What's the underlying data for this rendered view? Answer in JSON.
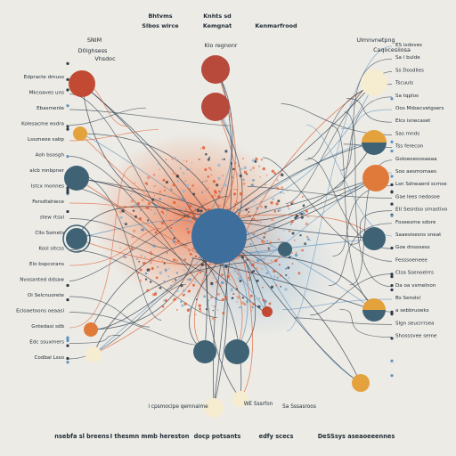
{
  "diagram": {
    "header_labels": [
      "Bhtvms",
      "Knhts sd",
      "Slbos wirce",
      "Kemgnat",
      "Kenmarfrood",
      "SNIM",
      "D0lghsess",
      "Klo regnonr",
      "Ulmnvnetpng",
      "Vhsdoc",
      "Caqocesiiosa"
    ],
    "left_labels": [
      "Edpracte dmuss",
      "Mkcoaves uns",
      "Ebasmenle",
      "Kolesacme eodra",
      "Lsszneoe sabp",
      "Aoh bsosgh",
      "alcb mnbpner",
      "Istcx monnes",
      "Fersdtahiece",
      "stew rtsal",
      "Cllo Ssmets",
      "Kosl sitcss",
      "Elo bspcorans",
      "Nvosanted ddsaw",
      "Oi Selcnuorete",
      "Ecloaetoons oeaasi",
      "Gntedasi sdb",
      "Edc ssuxmers",
      "Codbal Lsso"
    ],
    "right_labels": [
      "ES isdoves",
      "Sa l bulde",
      "Ss Dosdlies",
      "Tscuuls",
      "Sa tqplos",
      "Oos Mdsecvetgsers",
      "Elcs isnecaset",
      "Sas mnds",
      "Tss ferecon",
      "Goloeoeoosaeaa",
      "Soo aesmomaes",
      "Lsn Sdneaerd scmse",
      "Gae lees nedosoe",
      "Eti Sesrdso srnastivo",
      "Foseesme sdore",
      "Saaesisesns sneat",
      "Goe dnsosess",
      "Fesssoeneee",
      "Clsa Ssenoelrrs",
      "Da oa vsmelnon",
      "Bs Senslsl",
      "a sebbruoeks",
      "Slgn seucrrrsea",
      "Shosssvee seme"
    ],
    "bottom_mid_labels": [
      "l cpsmocipe qemnalme",
      "WE Sssrfon",
      "Sa Sssasroos"
    ],
    "footer_labels": [
      "nsebfa sl breens",
      "I thesmn mmb hereston",
      "docp potsants",
      "edfy scecs",
      "DeSSsys aseaoeeennes"
    ],
    "colors": {
      "background": "#ecebe6",
      "center_node": "#3e6e9c",
      "warm_node": "#c24a32",
      "orange_node": "#e07a3a",
      "dark_teal": "#3f6275",
      "amber": "#e4a23c",
      "cream": "#f6ecd0",
      "line_dark": "#2b3845",
      "line_orange": "#e0592e",
      "line_blue": "#5f93bf"
    }
  }
}
